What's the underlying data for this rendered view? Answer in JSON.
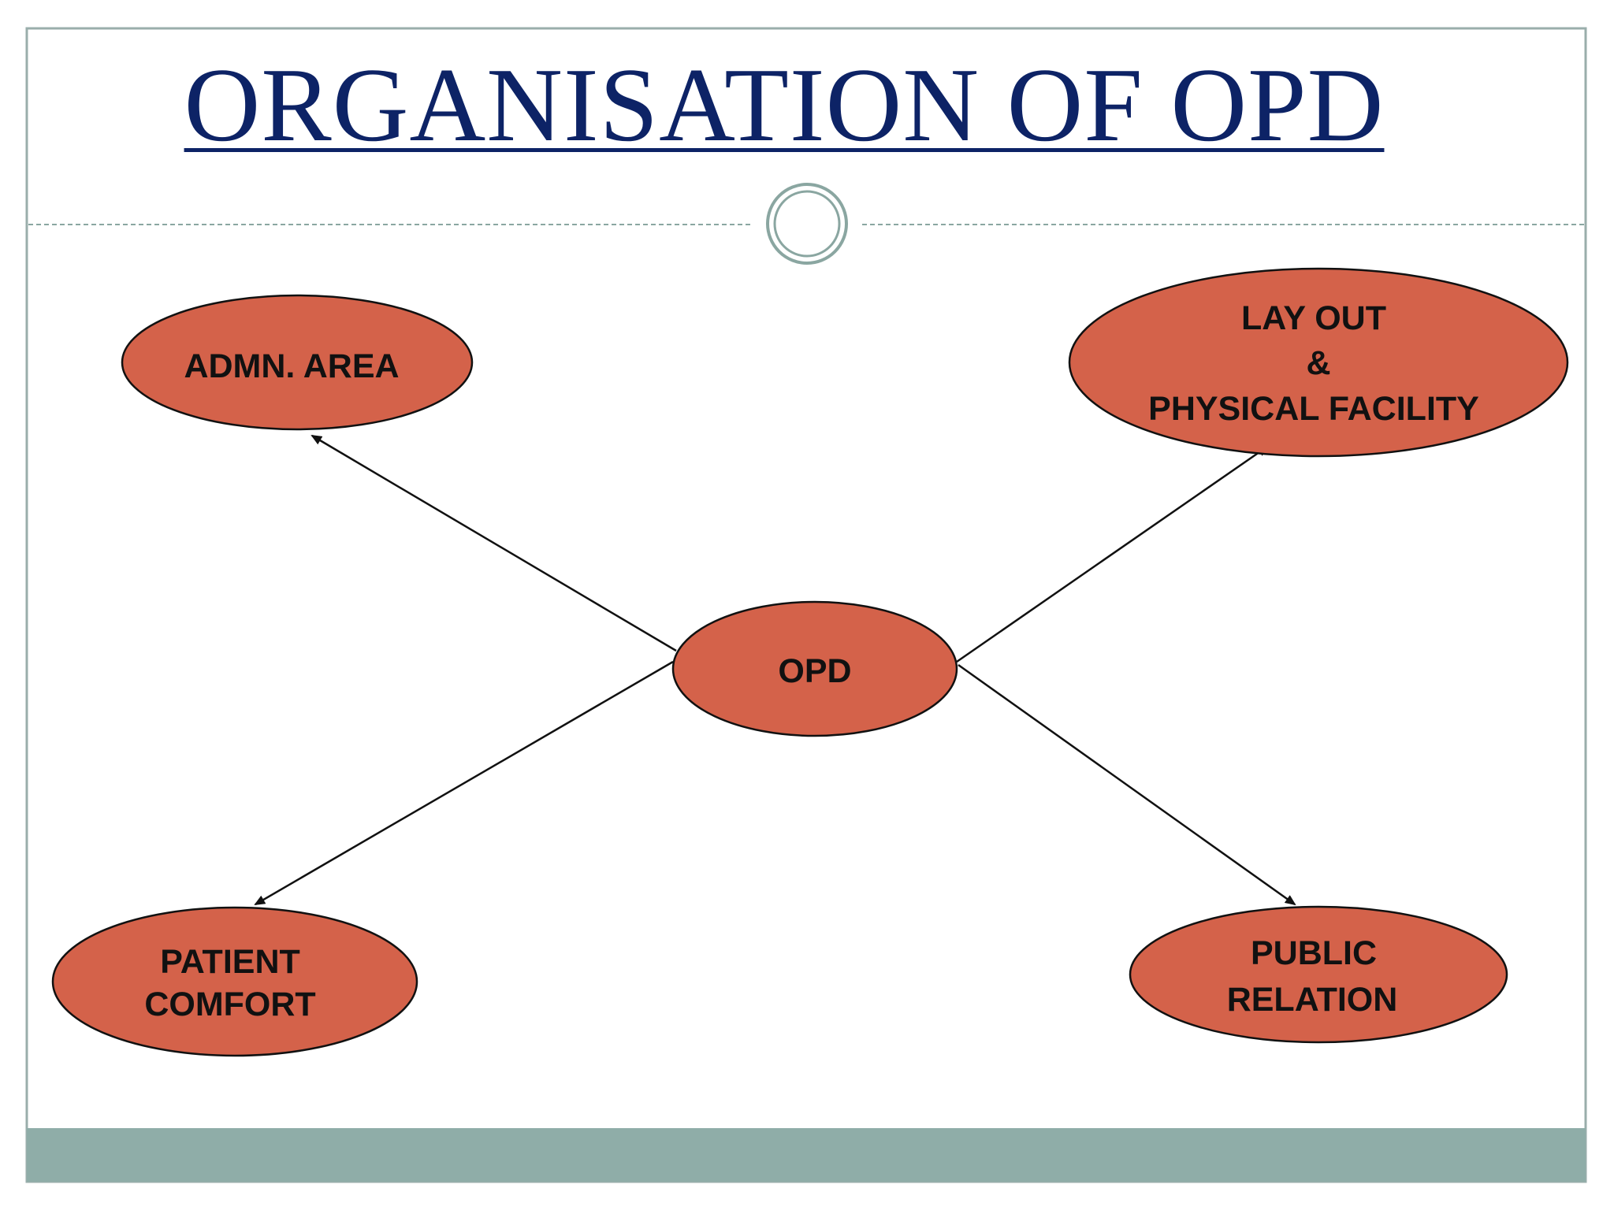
{
  "slide": {
    "title": "ORGANISATION OF OPD"
  },
  "diagram": {
    "center": {
      "label": "OPD"
    },
    "nodes": [
      {
        "id": "admn-area",
        "lines": [
          "ADMN. AREA"
        ]
      },
      {
        "id": "layout-facility",
        "lines": [
          "LAY OUT",
          "&",
          "PHYSICAL FACILITY"
        ]
      },
      {
        "id": "patient-comfort",
        "lines": [
          "PATIENT",
          "COMFORT"
        ]
      },
      {
        "id": "public-relation",
        "lines": [
          "PUBLIC",
          "RELATION"
        ]
      }
    ]
  },
  "colors": {
    "ellipse_fill": "#d4624a",
    "title": "#0d2366",
    "frame": "#9aaeab",
    "footer_band": "#8fada8",
    "divider": "#8aa6a1"
  }
}
